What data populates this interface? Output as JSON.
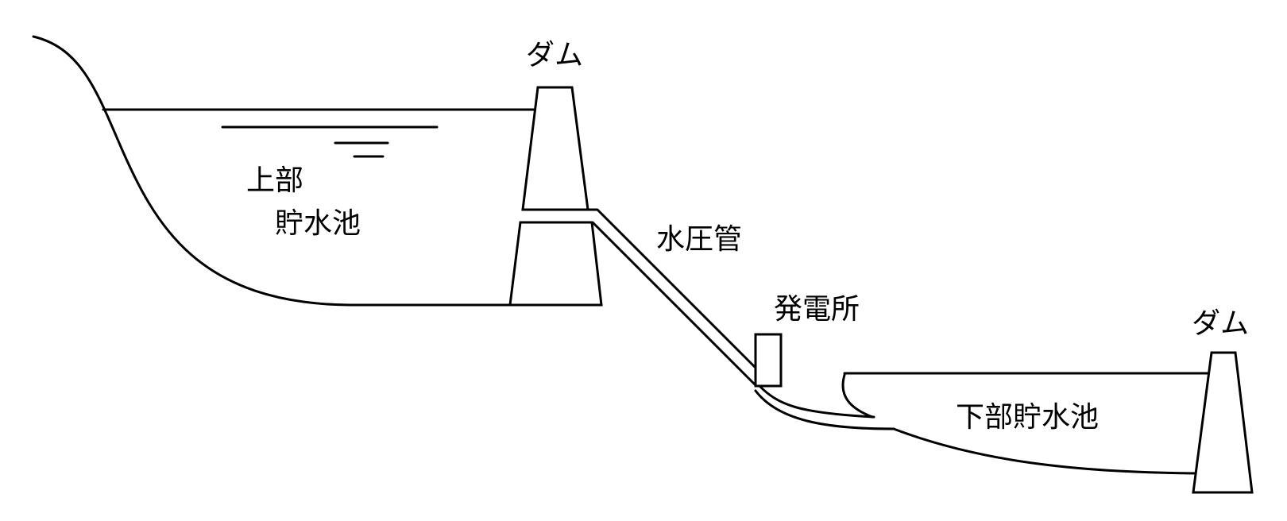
{
  "labels": {
    "upper_dam": "ダム",
    "upper_reservoir_line1": "上部",
    "upper_reservoir_line2": "貯水池",
    "penstock": "水圧管",
    "power_plant": "発電所",
    "lower_dam": "ダム",
    "lower_reservoir": "下部貯水池"
  },
  "colors": {
    "stroke": "#000000",
    "background": "#ffffff"
  }
}
